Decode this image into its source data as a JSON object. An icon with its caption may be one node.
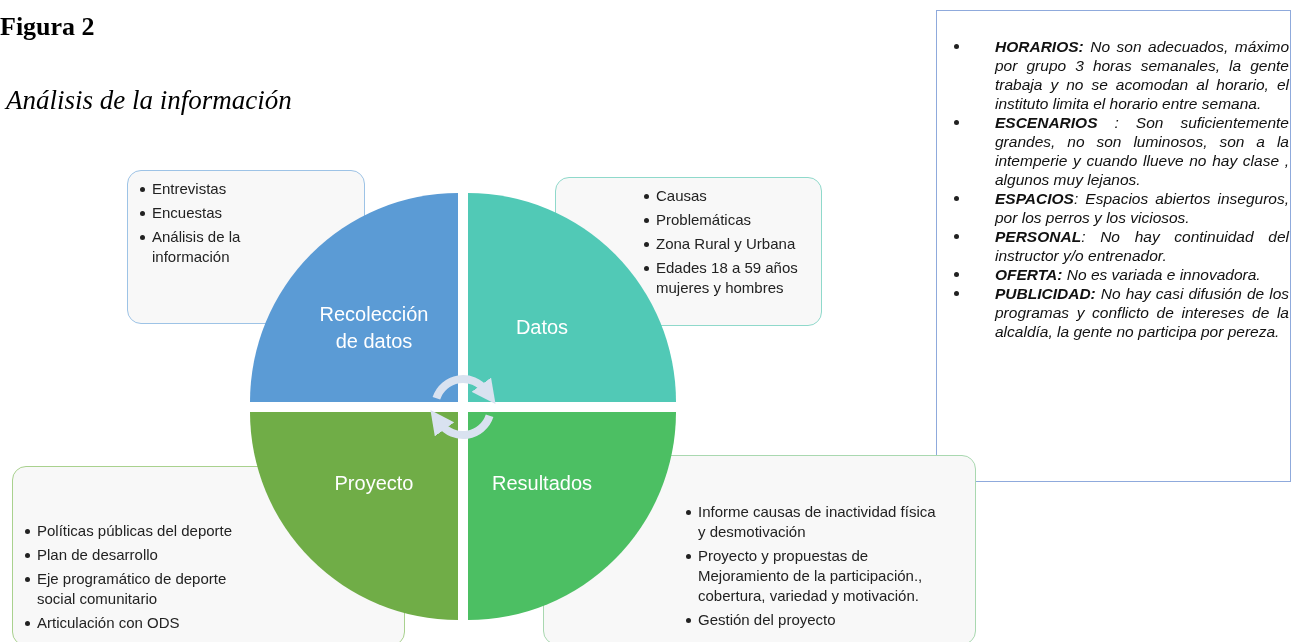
{
  "diagram": {
    "title": "Figura 2",
    "caption": "Análisis de la información",
    "nodes": [
      {
        "text": [
          "Entrevistas",
          "Encuestas",
          "Análisis de la información"
        ]
      },
      {
        "text": [
          "Causas",
          "Problemáticas",
          "Zona Rural y Urbana",
          "Edades 18 a 59 años mujeres y hombres"
        ]
      },
      {
        "text": [
          "**HORARIOS:** No son adecuados, máximo por grupo 3 horas semanales, la gente trabaja y no se acomodan al horario, el instituto limita el horario entre semana.",
          "**ESCENARIOS** : Son suficientemente grandes, no son luminosos, son a la intemperie y cuando llueve no hay clase , algunos muy lejanos.",
          "**ESPACIOS**: Espacios abiertos inseguros, por los perros y los viciosos.",
          "**PERSONAL**: No hay continuidad del instructor y/o entrenador.",
          "**OFERTA:** No es variada e innovadora.",
          "**PUBLICIDAD:** No hay casi difusión de los programas y conflicto de intereses de la alcaldía, la gente no participa por pereza."
        ]
      },
      {
        "text": [
          "Recolección de datos"
        ]
      },
      {
        "text": [
          "Datos"
        ]
      },
      {
        "text": [
          "Proyecto"
        ]
      },
      {
        "text": [
          "Resultados"
        ]
      },
      {
        "text": [
          "Políticas públicas del deporte",
          "Plan de desarrollo",
          "Eje programático de deporte social comunitario",
          "Articulación con ODS"
        ]
      },
      {
        "text": [
          "Informe causas de inactividad física y desmotivación",
          "Proyecto y propuestas de Mejoramiento de la participación., cobertura, variedad y motivación.",
          "Gestión del proyecto"
        ]
      }
    ],
    "edges": [
      {
        "from": 3,
        "to": 4,
        "arrow": "to"
      },
      {
        "from": 6,
        "to": 5,
        "arrow": "to"
      }
    ]
  }
}
